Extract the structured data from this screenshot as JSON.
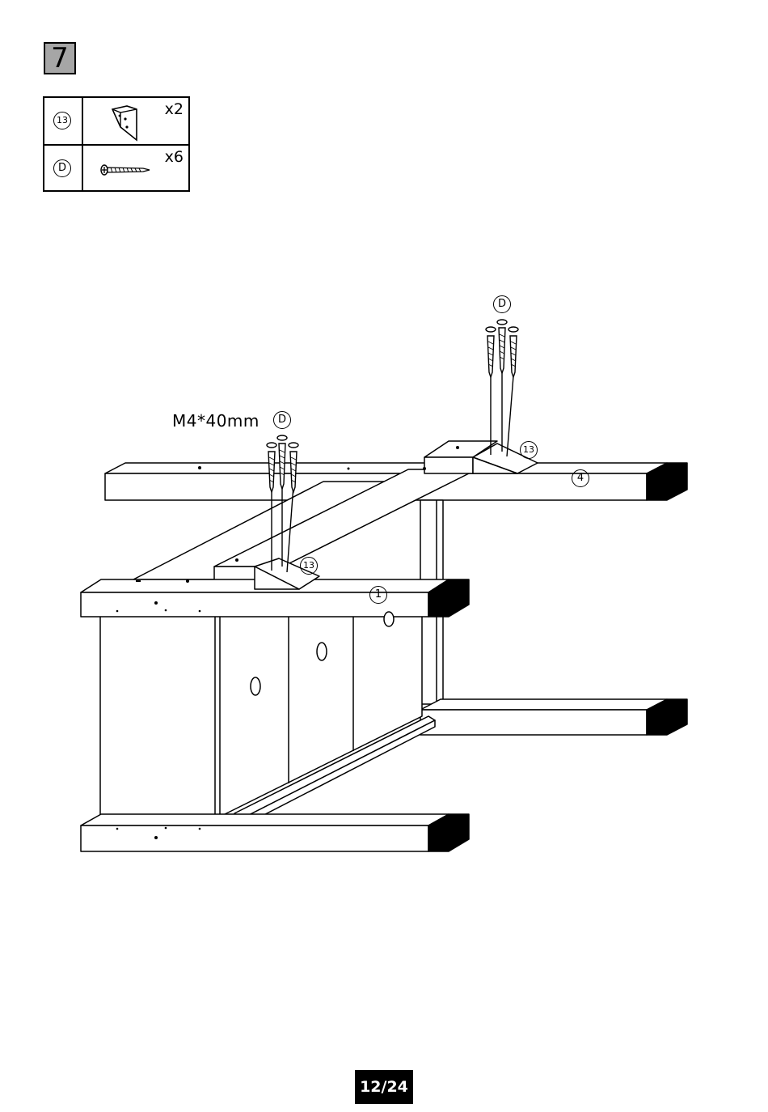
{
  "step": {
    "number": "7"
  },
  "parts": [
    {
      "id": "13",
      "quantity": "x2",
      "icon": "corner-bracket-icon"
    },
    {
      "id": "D",
      "quantity": "x6",
      "icon": "screw-icon"
    }
  ],
  "callouts": {
    "screw_spec": "M4*40mm",
    "screw_id_left": "D",
    "screw_id_right": "D",
    "bracket_left": "13",
    "bracket_right": "13",
    "rail_front": "1",
    "rail_back": "4"
  },
  "footer": {
    "page": "12/24"
  }
}
